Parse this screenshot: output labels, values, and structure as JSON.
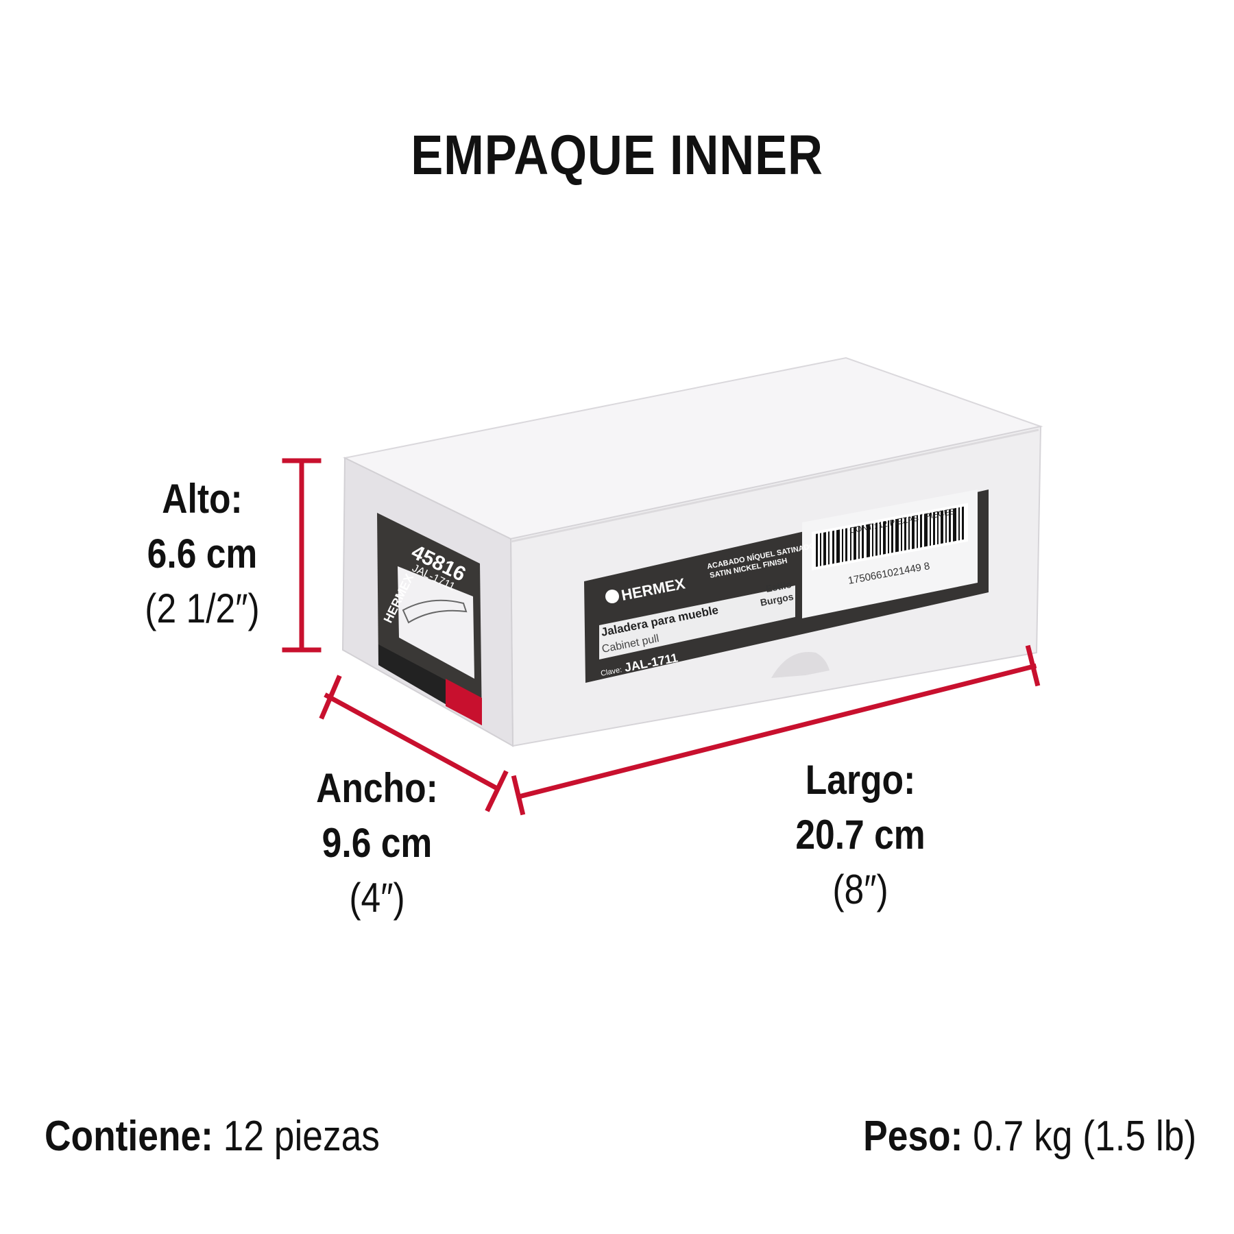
{
  "title": "EMPAQUE INNER",
  "dimensions": {
    "alto": {
      "label": "Alto:",
      "metric": "6.6 cm",
      "imperial": "(2 1/2″)"
    },
    "ancho": {
      "label": "Ancho:",
      "metric": "9.6 cm",
      "imperial": "(4″)"
    },
    "largo": {
      "label": "Largo:",
      "metric": "20.7 cm",
      "imperial": "(8″)"
    }
  },
  "footer": {
    "contiene_label": "Contiene:",
    "contiene_value": "12 piezas",
    "peso_label": "Peso:",
    "peso_value": "0.7 kg (1.5 lb)"
  },
  "box_label": {
    "brand": "HERMEX",
    "product_es": "Jaladera para mueble",
    "product_en": "Cabinet pull",
    "clave_label": "Clave:",
    "clave_value": "JAL-1711",
    "finish_es": "ACABADO NÍQUEL SATINADO",
    "finish_en": "SATIN NICKEL FINISH",
    "style_label": "Estilo",
    "style_value": "Burgos",
    "contents": "CONT.: 12 PIEZAS / PIECES",
    "barcode_number": "1750661021449  8",
    "side_code": "45816",
    "side_model": "JAL-1711",
    "side_brand": "HERMEX"
  },
  "colors": {
    "dimension_line": "#c8102e",
    "label_dark": "#333333",
    "box_front": "#efeef0",
    "box_top": "#f7f6f8",
    "box_side": "#e2e0e4"
  }
}
